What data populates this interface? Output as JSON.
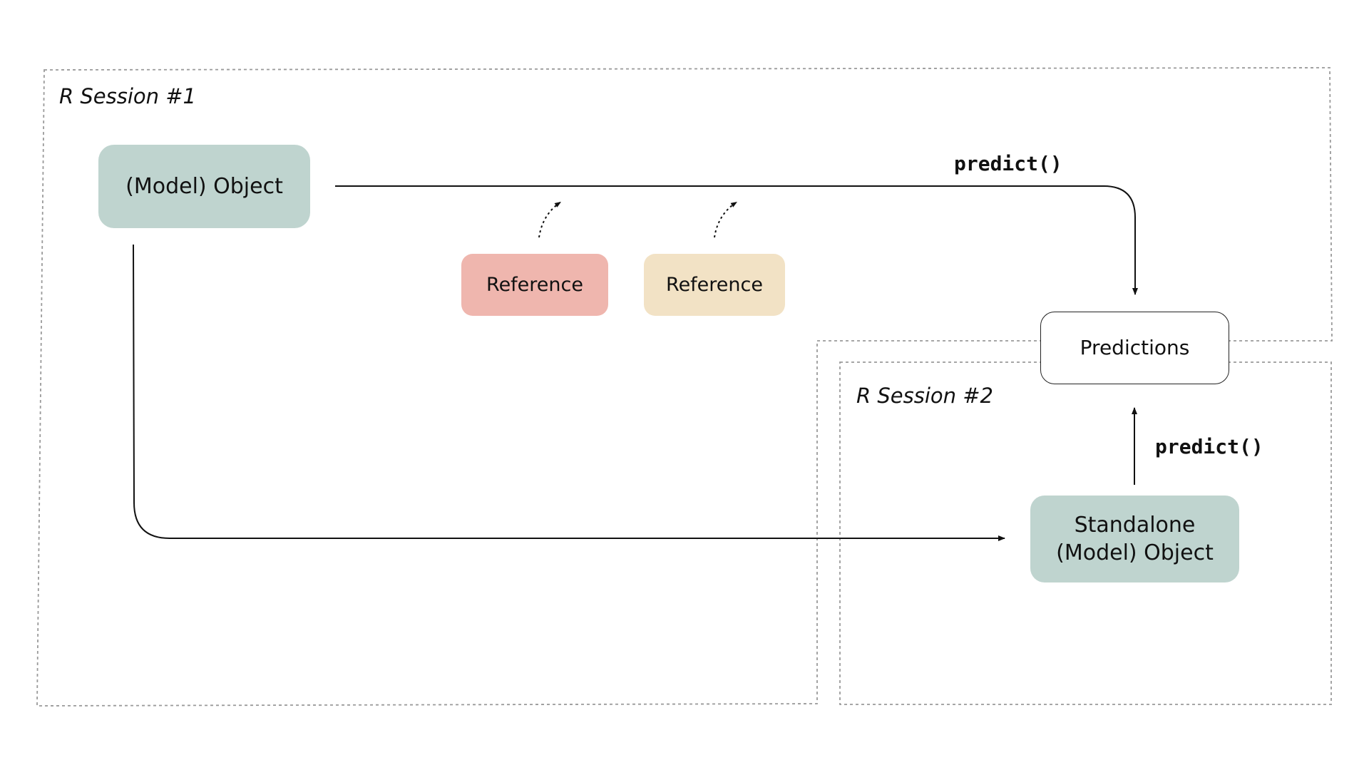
{
  "sessions": {
    "session1_label": "R Session #1",
    "session2_label": "R Session #2"
  },
  "nodes": {
    "model_object": "(Model) Object",
    "reference_1": "Reference",
    "reference_2": "Reference",
    "predictions": "Predictions",
    "standalone_line1": "Standalone",
    "standalone_line2": "(Model) Object"
  },
  "functions": {
    "predict_top": "predict()",
    "predict_right": "predict()"
  },
  "colors": {
    "model_fill": "#bfd4cf",
    "reference_1_fill": "#efb6ae",
    "reference_2_fill": "#f2e2c5",
    "predictions_fill": "#ffffff",
    "session_border": "#9a9a9a"
  }
}
